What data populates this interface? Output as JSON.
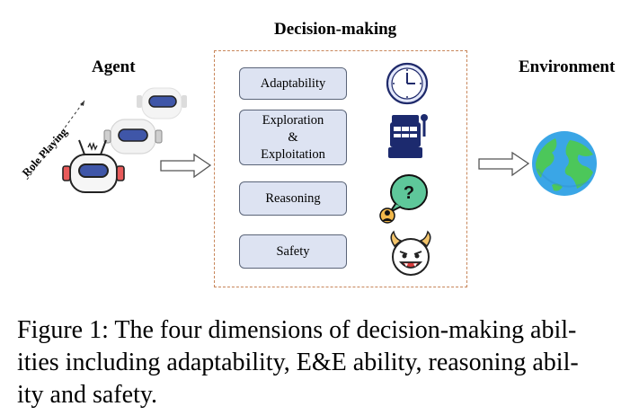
{
  "headings": {
    "decision_making": "Decision-making",
    "agent": "Agent",
    "environment": "Environment"
  },
  "role_label": "Role Playing",
  "abilities": {
    "adaptability": "Adaptability",
    "exploration_1": "Exploration",
    "exploration_2": "&",
    "exploration_3": "Exploitation",
    "reasoning": "Reasoning",
    "safety": "Safety"
  },
  "icon_text": {
    "question": "?"
  },
  "caption": {
    "line1": "Figure 1: The four dimensions of decision-making abil-",
    "line2": "ities including adaptability, E&E ability, reasoning abil-",
    "line3": "ity and safety."
  },
  "colors": {
    "box_fill": "#dde3f2",
    "frame": "#c8865a",
    "robot_visor": "#3f56a8",
    "globe_ocean": "#3aa6e6",
    "globe_land": "#4cc75a",
    "bubble": "#5ec79a"
  }
}
